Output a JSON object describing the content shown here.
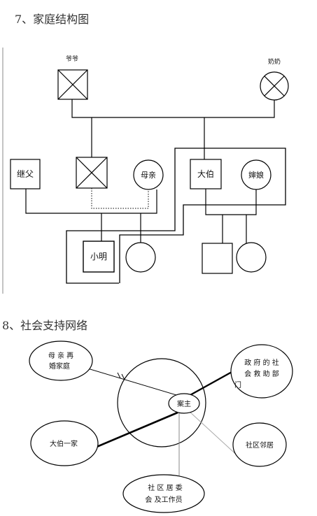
{
  "section_family": {
    "heading": "7、家庭结构图"
  },
  "section_support": {
    "heading": "8、社会支持网络"
  },
  "genogram": {
    "grandfather": "爷爷",
    "grandmother": "奶奶",
    "stepfather": "继父",
    "mother": "母亲",
    "uncle": "大伯",
    "aunt": "婶娘",
    "xiaoming": "小明"
  },
  "ecomap": {
    "center": "案主",
    "mother_family": [
      "母 亲 再",
      "婚家庭"
    ],
    "government": [
      "政 府 的 社",
      "会 救 助 部",
      "门"
    ],
    "uncle_family": "大伯一家",
    "neighbors": "社区邻居",
    "committee": [
      "社 区 居 委",
      "会 及工作员"
    ]
  }
}
